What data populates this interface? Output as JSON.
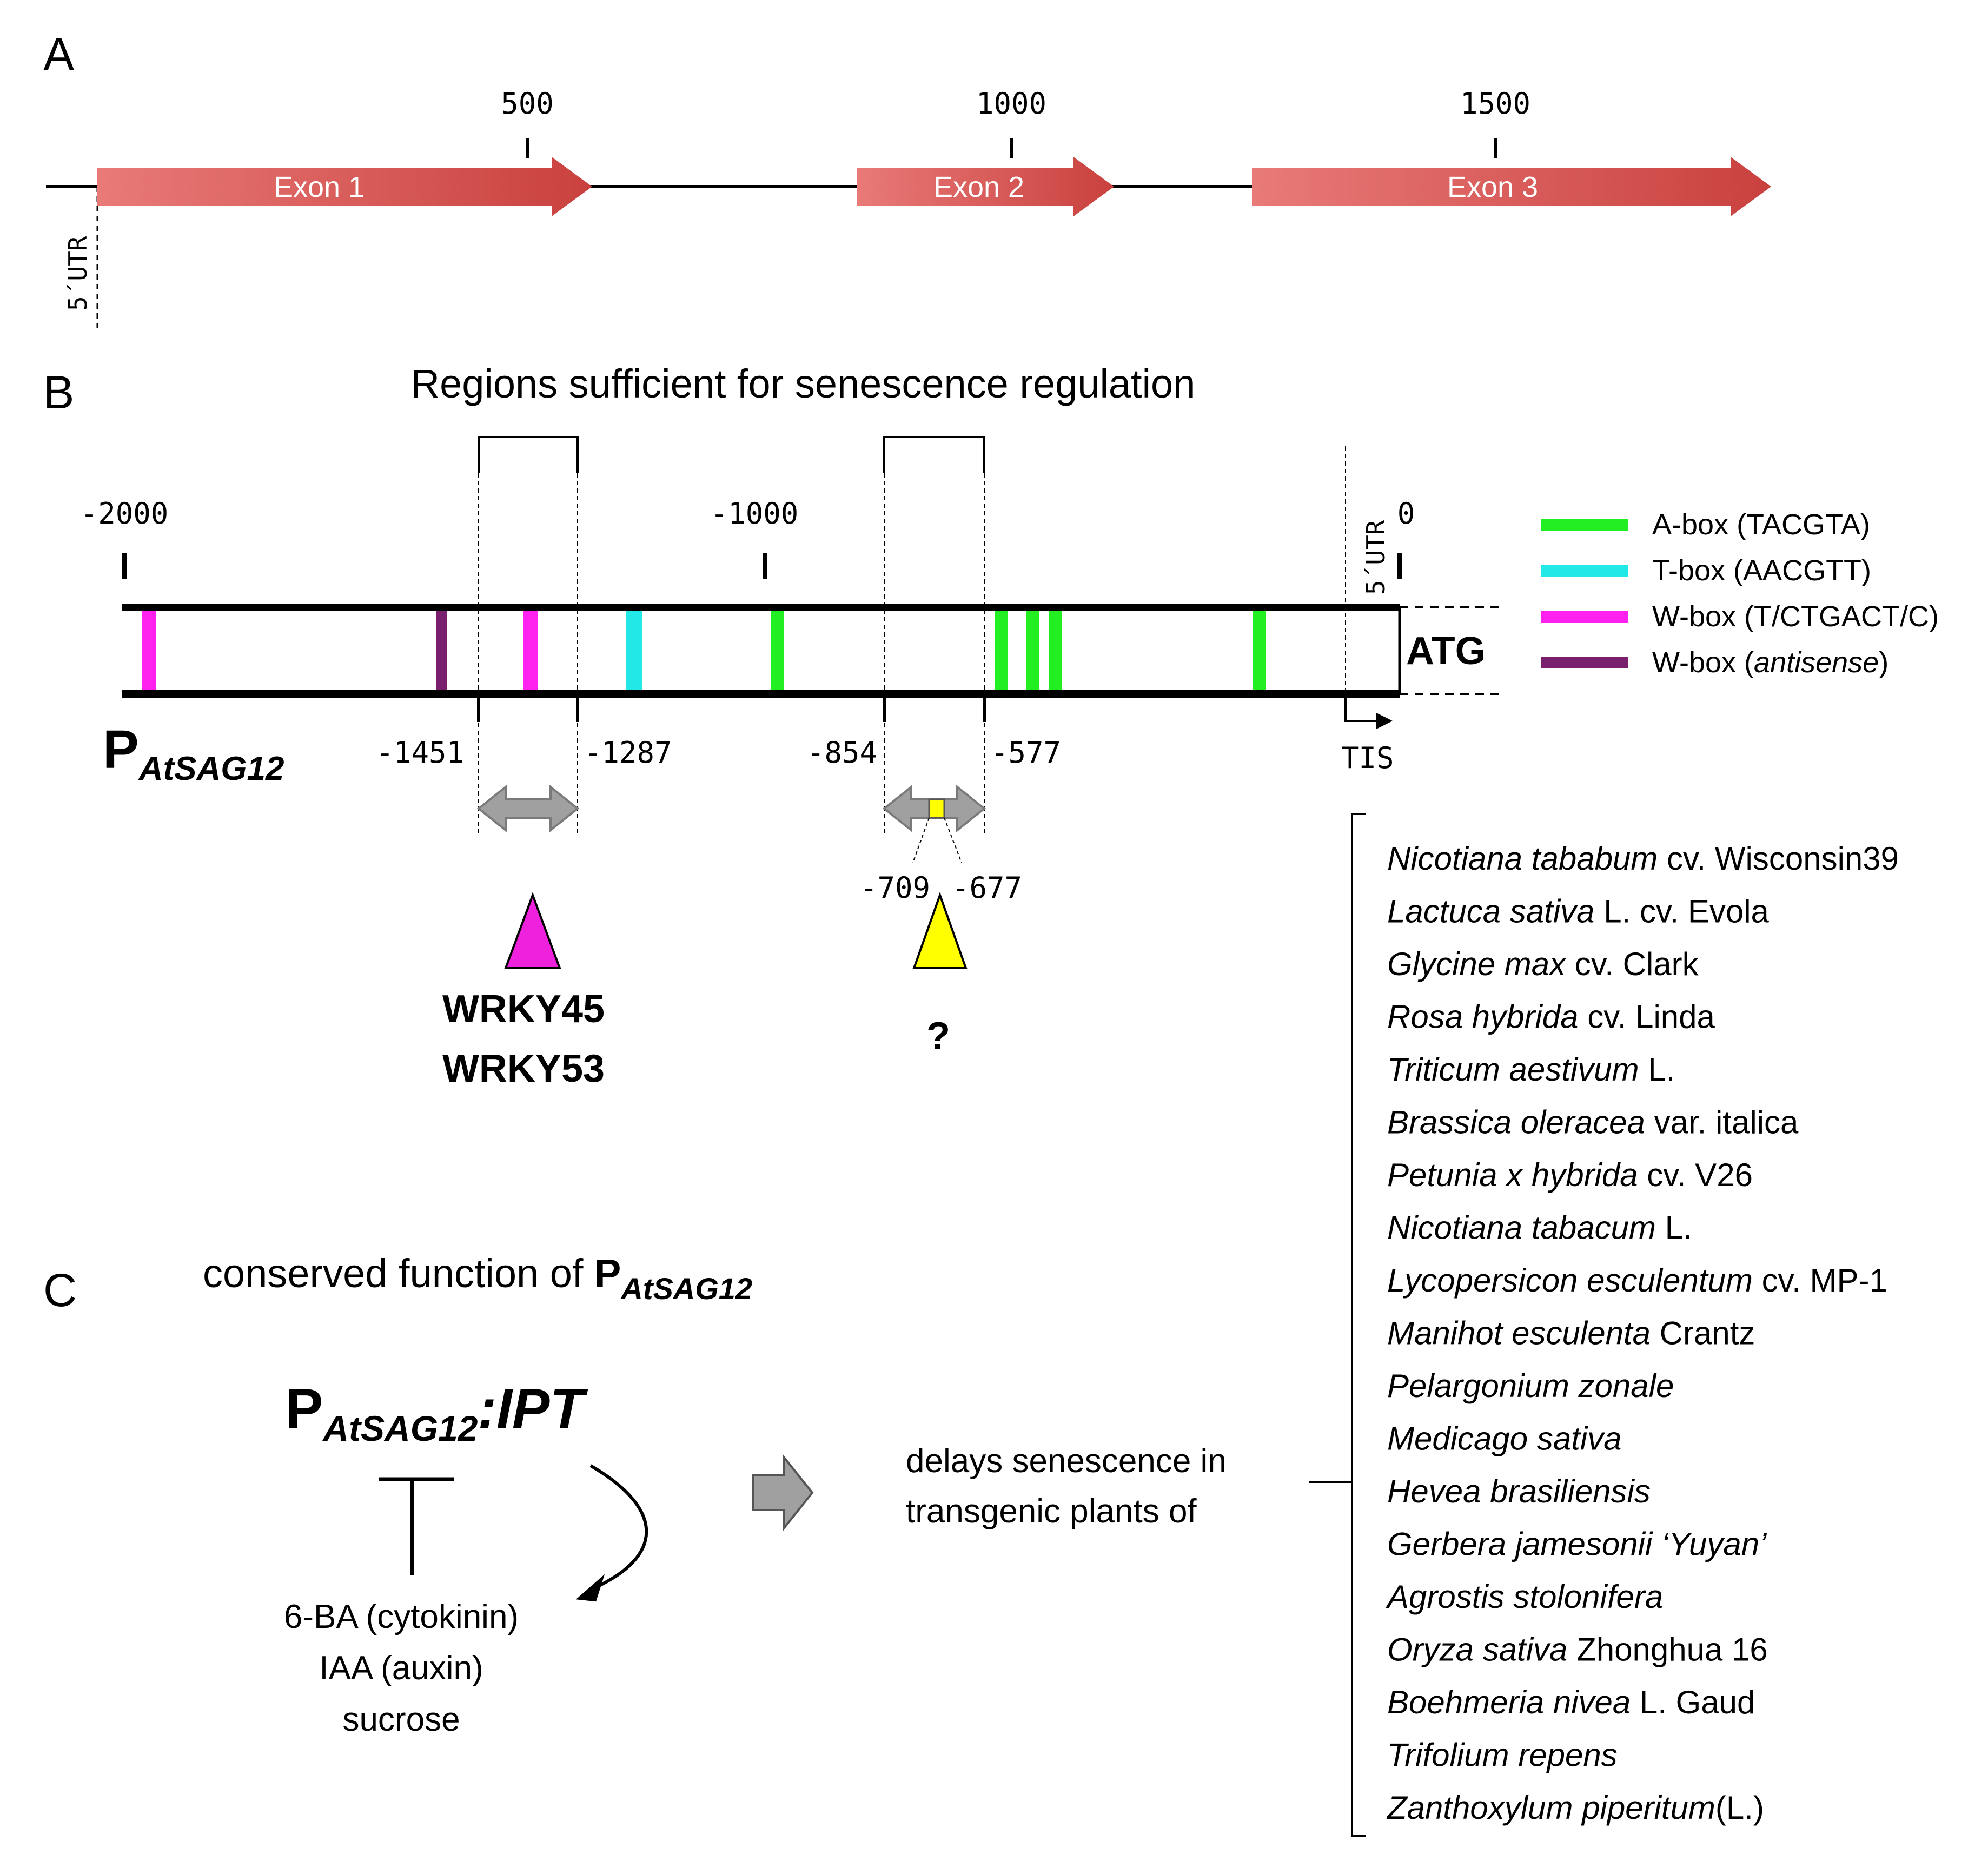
{
  "panel_a": {
    "letter": "A",
    "ticks": [
      "500",
      "1000",
      "1500"
    ],
    "exons": [
      "Exon 1",
      "Exon 2",
      "Exon 3"
    ],
    "utr_label": "5´UTR"
  },
  "panel_b": {
    "letter": "B",
    "heading": "Regions sufficient for senescence regulation",
    "ticks": [
      "-2000",
      "-1000",
      "0"
    ],
    "utr_label": "5´UTR",
    "atg": "ATG",
    "tis": "TIS",
    "promoter_main": "P",
    "promoter_sub": "AtSAG12",
    "positions": [
      "-1451",
      "-1287",
      "-854",
      "-577",
      "-709",
      "-677"
    ],
    "factors": [
      "WRKY45",
      "WRKY53"
    ],
    "unknown": "?",
    "legend": [
      {
        "text": "A-box (TACGTA)",
        "color": "#22ee22"
      },
      {
        "text": "T-box (AACGTT)",
        "color": "#22e8e8"
      },
      {
        "text": "W-box (T/CTGACT/C)",
        "color": "#ff22ee"
      },
      {
        "text_main": "W-box (",
        "text_ital": "antisense",
        "text_end": ")",
        "color": "#7a1f6e"
      }
    ]
  },
  "panel_c": {
    "letter": "C",
    "heading": "conserved function of ",
    "heading_p": "P",
    "heading_sub": "AtSAG12",
    "construct_p": "P",
    "construct_sub": "AtSAG12",
    "construct_gene": ":IPT",
    "inducers": [
      "6-BA (cytokinin)",
      "IAA (auxin)",
      "sucrose"
    ],
    "effect_line1": "delays senescence in",
    "effect_line2": "transgenic plants of",
    "species": [
      {
        "ital": "Nicotiana tababum",
        "rest": " cv. Wisconsin39"
      },
      {
        "ital": "Lactuca sativa",
        "rest": " L. cv. Evola"
      },
      {
        "ital": "Glycine max",
        "rest": " cv. Clark"
      },
      {
        "ital": "Rosa hybrida",
        "rest": " cv. Linda"
      },
      {
        "ital": "Triticum aestivum",
        "rest": " L."
      },
      {
        "ital": "Brassica oleracea",
        "rest": " var. italica"
      },
      {
        "ital": "Petunia x hybrida",
        "rest": " cv. V26"
      },
      {
        "ital": "Nicotiana tabacum",
        "rest": " L."
      },
      {
        "ital": "Lycopersicon esculentum",
        "rest": " cv. MP-1"
      },
      {
        "ital": "Manihot esculenta",
        "rest": " Crantz"
      },
      {
        "ital": "Pelargonium zonale",
        "rest": ""
      },
      {
        "ital": "Medicago sativa",
        "rest": ""
      },
      {
        "ital": "Hevea brasiliensis",
        "rest": ""
      },
      {
        "ital": "Gerbera jamesonii ‘Yuyan’",
        "rest": ""
      },
      {
        "ital": "Agrostis stolonifera",
        "rest": ""
      },
      {
        "ital": "Oryza sativa",
        "rest": " Zhonghua 16"
      },
      {
        "ital": "Boehmeria nivea",
        "rest": " L. Gaud"
      },
      {
        "ital": "Trifolium repens",
        "rest": ""
      },
      {
        "ital": "Zanthoxylum piperitum",
        "rest": "(L.)"
      }
    ]
  },
  "colors": {
    "exon_fill": "#d9534f",
    "magenta": "#ff22ee",
    "dark_magenta": "#7a1f6e",
    "cyan": "#22e8e8",
    "green": "#22ee22",
    "yellow": "#ffff00",
    "gray": "#a0a0a0"
  }
}
